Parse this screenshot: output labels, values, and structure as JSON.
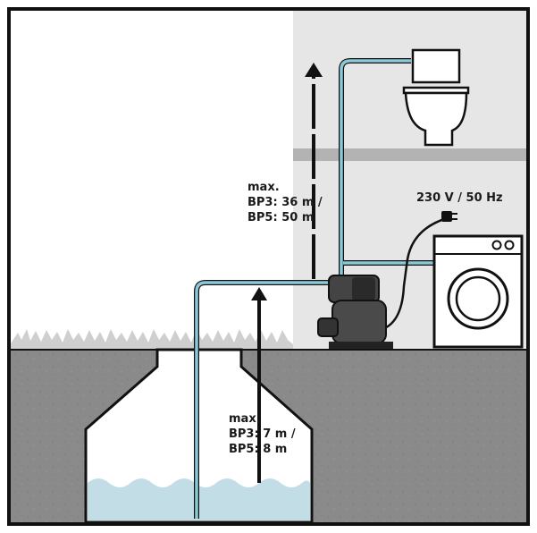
{
  "labels": {
    "upper_max": "max.",
    "upper_bp3": "BP3: 36 m /",
    "upper_bp5": "BP5: 50 m",
    "power": "230 V / 50 Hz",
    "lower_max": "max.",
    "lower_bp3": "BP3: 7 m /",
    "lower_bp5": "BP5: 8 m"
  },
  "colors": {
    "pipe": "#8cc9d6",
    "water": "#c2dde6",
    "ground": "#8a8a8a",
    "wall": "#e6e6e6",
    "floor_band": "#b3b3b3",
    "outline": "#111111"
  },
  "icons": [
    "toilet-icon",
    "washing-machine-icon",
    "pump-icon",
    "power-plug-icon",
    "up-arrow-icon"
  ]
}
